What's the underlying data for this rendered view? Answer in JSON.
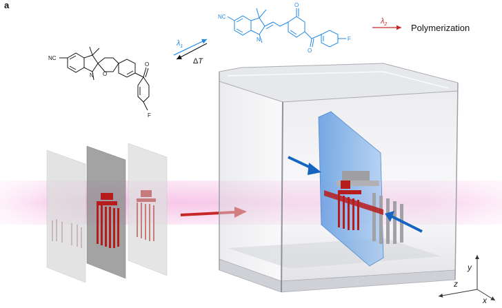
{
  "panel_label": "a",
  "reaction": {
    "lambda1": "λ",
    "lambda1_sub": "1",
    "reverse_delta": "Δ",
    "reverse_T": "T",
    "lambda2": "λ",
    "lambda2_sub": "2",
    "product": "Polymerization"
  },
  "spiropyran": {
    "nitrile": "NC",
    "nitrogen": "N",
    "oxygen": "O",
    "carbonyl_o": "O",
    "fluorine": "F"
  },
  "merocyanine": {
    "nitrile": "NC",
    "nitrogen": "N",
    "phenolate_o": "O",
    "carbonyl_o": "O",
    "fluorine": "F"
  },
  "axes": {
    "y": "y",
    "z": "z",
    "x": "x"
  },
  "colors": {
    "ink": "#111111",
    "merocyanine_blue": "#1e88e5",
    "arrow_red": "#c62828",
    "arrow_blue": "#1565c0",
    "beam_pink": "#f48fd4",
    "sheet_blue": "#6fa9e6",
    "print_red": "#b71c1c"
  },
  "icons": {
    "light_arrow": "red-arrow-icon",
    "light_sheet_arrow": "blue-arrow-icon"
  }
}
